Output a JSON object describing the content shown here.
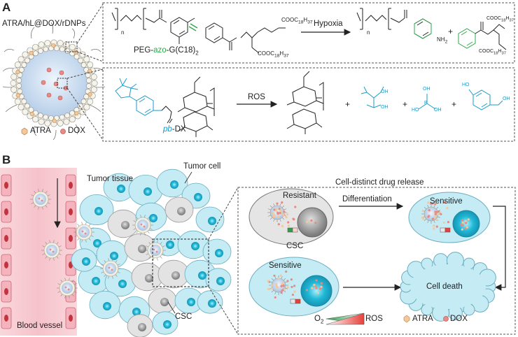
{
  "panel_a": {
    "label": "A",
    "np_title": "ATRA/hL@DOX/rDNPs",
    "legend": {
      "atra": "ATRA",
      "dox": "DOX"
    },
    "top_box": {
      "arrow_label": "Hypoxia",
      "polymer_name_prefix": "PEG-",
      "polymer_name_azo": "azo",
      "polymer_name_suffix": "-G(C18)",
      "polymer_name_sub": "2",
      "n": "n",
      "amide_h": "H",
      "amine": "NH",
      "amine_sub": "2",
      "plus": "+",
      "ester_chain": "COOC",
      "c18": "18",
      "h37": "37",
      "atoms": {
        "O": "O",
        "N": "N",
        "H": "H"
      }
    },
    "bottom_box": {
      "arrow_label": "ROS",
      "dx_prefix": "pb",
      "dx_suffix": "-DX",
      "plus": "+",
      "atoms": {
        "OH": "OH",
        "HO": "HO",
        "O": "O",
        "B": "B"
      }
    }
  },
  "panel_b": {
    "label": "B",
    "blood_vessel": "Blood vessel",
    "tumor_tissue": "Tumor tissue",
    "tumor_cell": "Tumor cell",
    "csc_label": "CSC",
    "release_title": "Cell-distinct drug release",
    "resistant": "Resistant",
    "sensitive_1": "Sensitive",
    "sensitive_2": "Sensitive",
    "differentiation": "Differentiation",
    "csc_under": "CSC",
    "cell_death": "Cell death",
    "o2": "O",
    "o2_sub": "2",
    "ros": "ROS",
    "atra": "ATRA",
    "dox": "DOX"
  },
  "colors": {
    "azo_green": "#2ea84b",
    "boronate_blue": "#1a9bc8",
    "vessel_pink": "#f7c9cf",
    "tumor_cell_blue": "#bfe6f2",
    "nucleus_blue": "#1fb8d6",
    "csc_grey": "#d9d9d9",
    "ros_red": "#e8403a",
    "o2_green": "#2e9e4a"
  }
}
